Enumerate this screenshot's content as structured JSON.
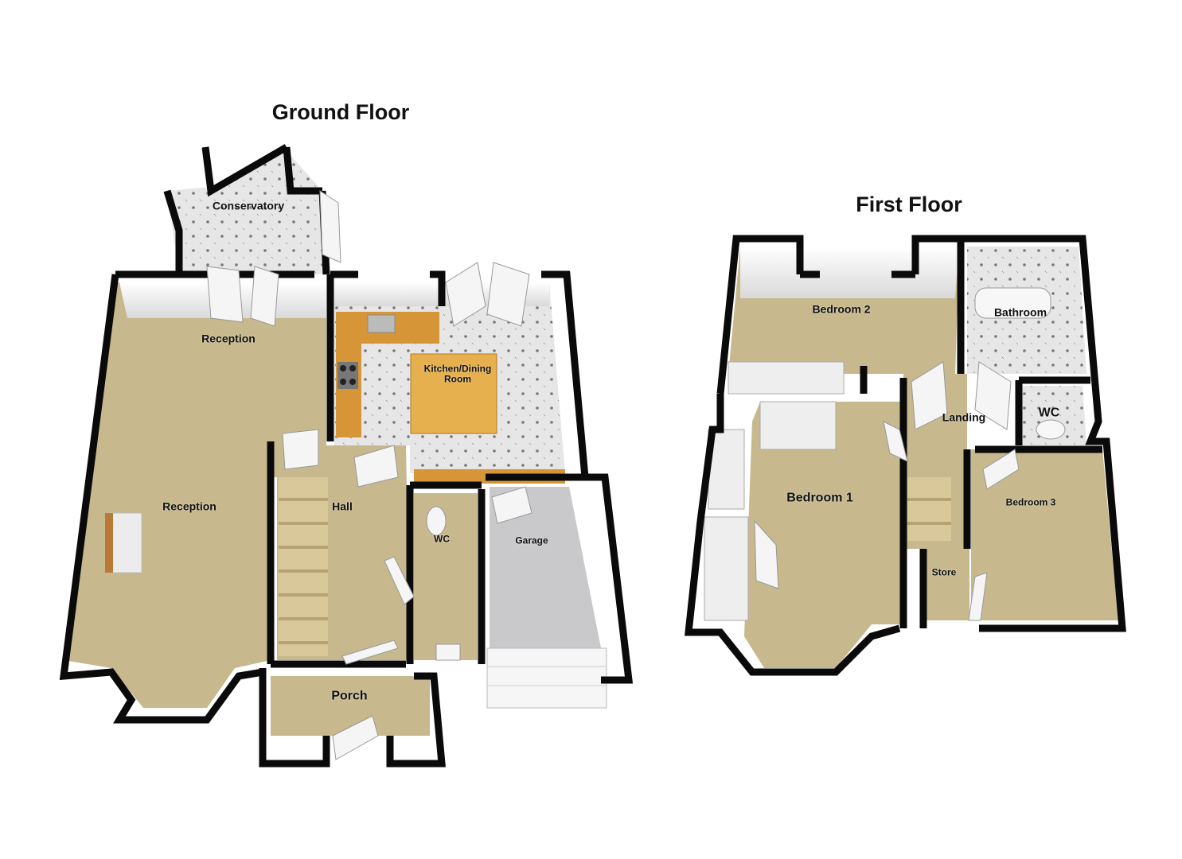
{
  "ground_floor": {
    "title": "Ground Floor",
    "rooms": {
      "conservatory": "Conservatory",
      "reception_top": "Reception",
      "reception_main": "Reception",
      "kitchen_dining": "Kitchen/Dining\nRoom",
      "hall": "Hall",
      "wc": "WC",
      "garage": "Garage",
      "porch": "Porch"
    }
  },
  "first_floor": {
    "title": "First Floor",
    "rooms": {
      "bedroom_2": "Bedroom 2",
      "bathroom": "Bathroom",
      "landing": "Landing",
      "wc": "WC",
      "bedroom_1": "Bedroom 1",
      "bedroom_3": "Bedroom 3",
      "store": "Store"
    }
  },
  "colors": {
    "wall": "#0a0a0a",
    "carpet": "#c9b98f",
    "tile": "#dcdcdc",
    "worktop": "#d99a3c",
    "wall_face": "#f4f4f4"
  }
}
